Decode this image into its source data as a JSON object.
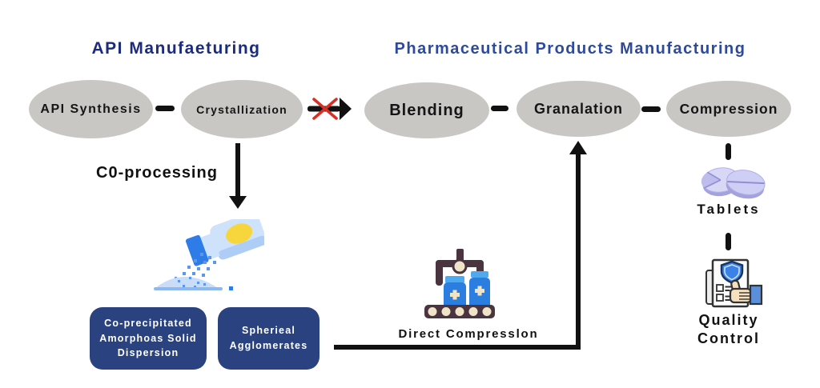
{
  "headers": {
    "left": "API Manufaeturing",
    "right": "Pharmaceutical Products Manufacturing"
  },
  "nodes": [
    {
      "id": "api-synthesis",
      "label": "API Synthesis"
    },
    {
      "id": "crystallization",
      "label": "Crystallization"
    },
    {
      "id": "blending",
      "label": "Blending"
    },
    {
      "id": "granalation",
      "label": "Granalation"
    },
    {
      "id": "compression",
      "label": "Compression"
    }
  ],
  "labels": {
    "co_processing": "C0-processing",
    "direct_compression": "Direct Compresslon",
    "tablets": "Tablets",
    "quality_control": "Quality\nControl"
  },
  "boxes": [
    {
      "id": "co-precipitated-box",
      "lines": [
        "Co-precipitated",
        "Amorphoas Solid",
        "Dispersion"
      ]
    },
    {
      "id": "spherical-agglomerates-box",
      "lines": [
        "Spherieal",
        "Agglomerates"
      ]
    }
  ],
  "icons": {
    "blocked_arrow": "red-x-blocked-arrow",
    "bottle_spray": "spray-bottle-powder",
    "conveyor": "bottle-conveyor-gripper",
    "tablets": "two-tablets",
    "quality_control": "document-shield-thumbs-up"
  },
  "colors": {
    "header_left": "#1b2b7e",
    "header_right": "#2e4a9c",
    "ellipse_fill": "#c9c7c4",
    "box_fill": "#2a4380",
    "box_text": "#ffffff",
    "arrow": "#111111",
    "cross_red": "#d93025"
  }
}
